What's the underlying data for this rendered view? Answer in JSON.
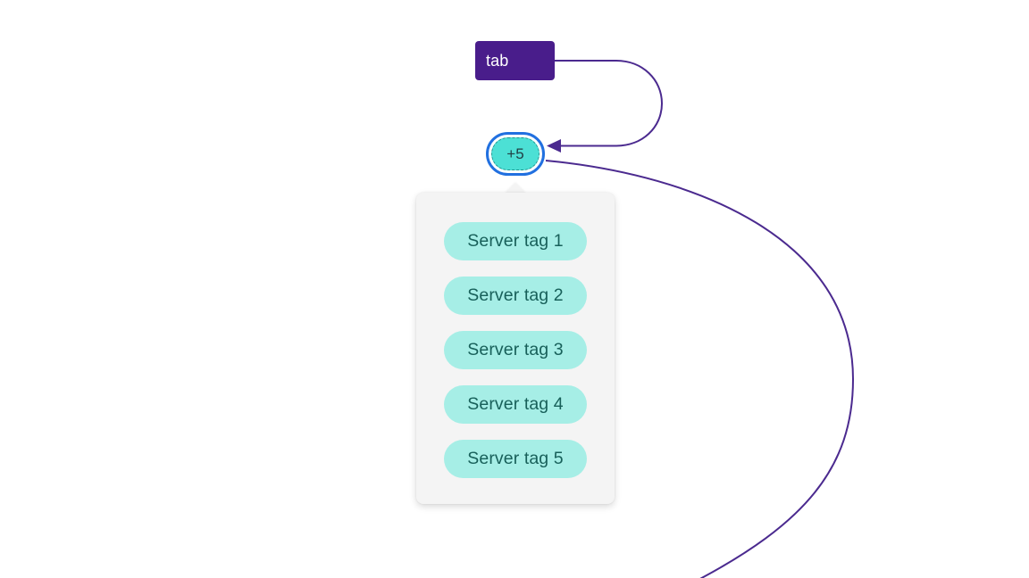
{
  "diagram": {
    "tab": {
      "label": "tab"
    },
    "overflow_badge": {
      "label": "+5"
    },
    "popover": {
      "tags": [
        {
          "label": "Server tag 1"
        },
        {
          "label": "Server tag 2"
        },
        {
          "label": "Server tag 3"
        },
        {
          "label": "Server tag 4"
        },
        {
          "label": "Server tag 5"
        }
      ]
    }
  },
  "colors": {
    "purple": "#491d8b",
    "connector": "#4b2a8f",
    "focus_blue": "#2170e0",
    "teal_strong": "#4ce0d5",
    "teal_soft": "#a6eee6",
    "tag_text": "#18605a",
    "popover_bg": "#f4f4f4"
  }
}
